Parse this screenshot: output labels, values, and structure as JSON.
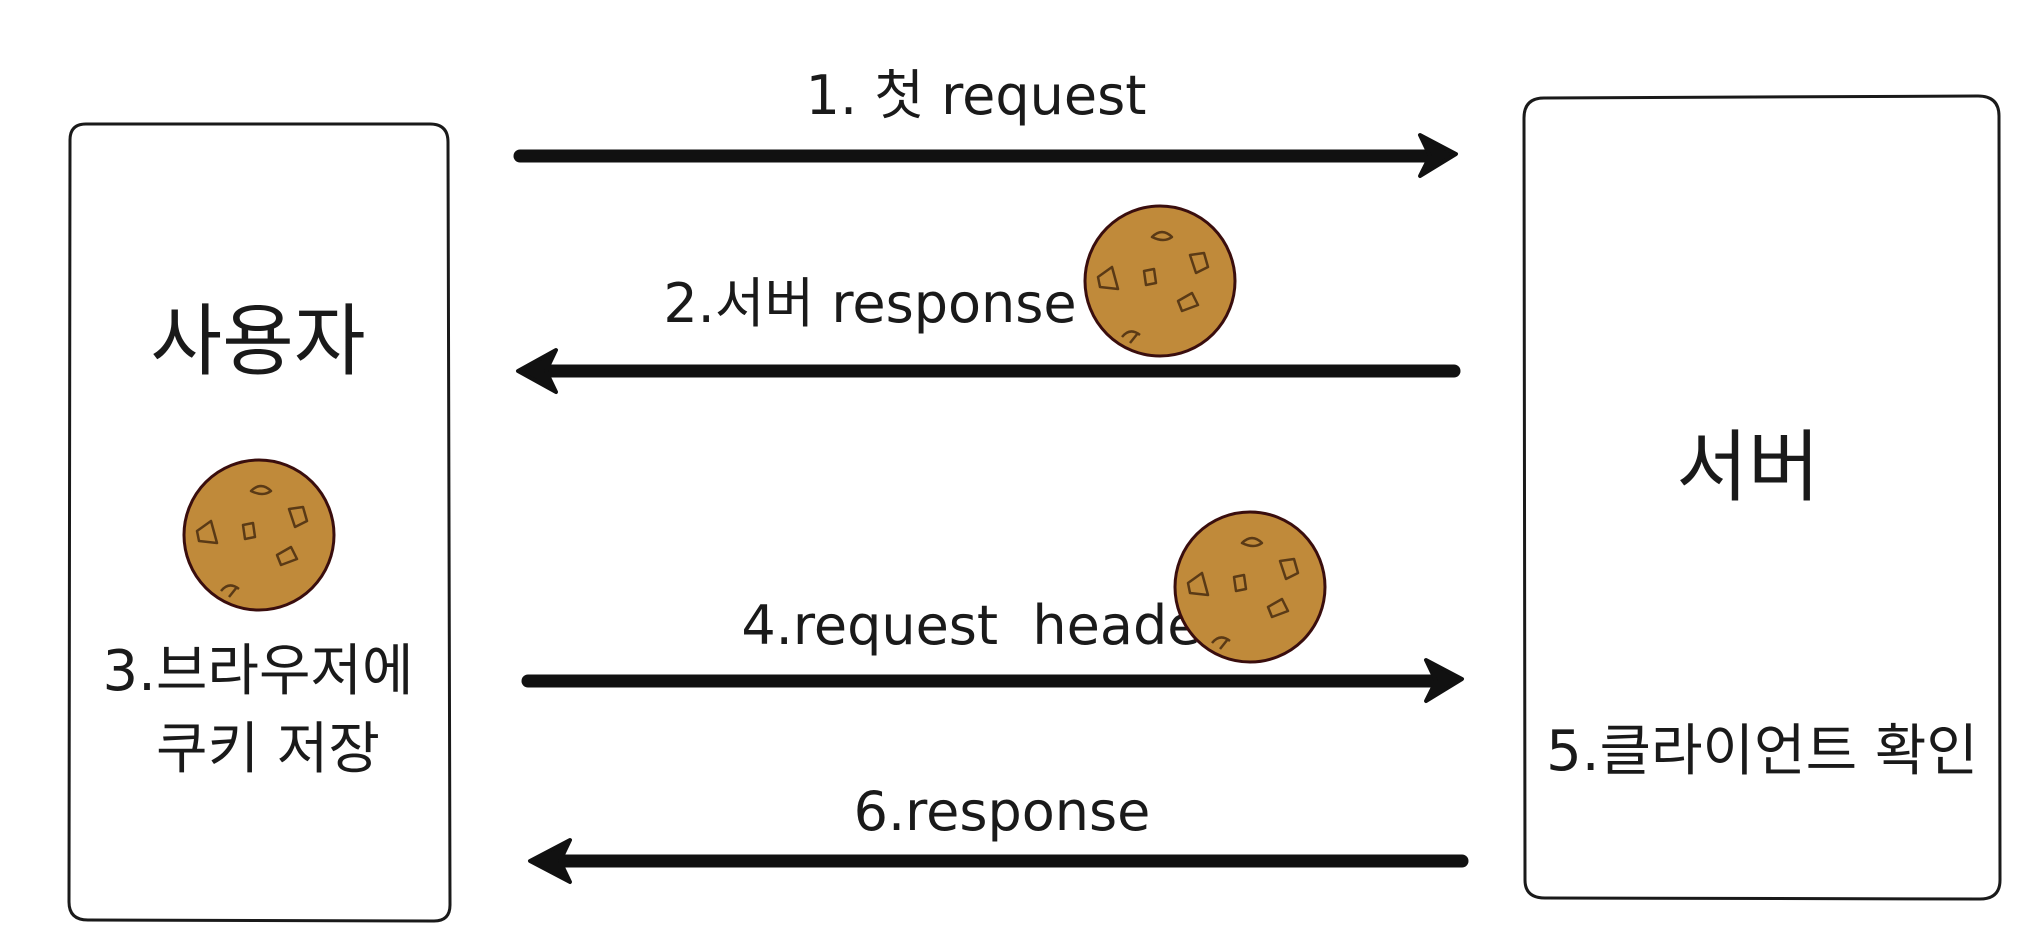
{
  "nodes": {
    "client": {
      "title": "사용자",
      "note_line1": "3.브라우저에",
      "note_line2": "쿠키 저장"
    },
    "server": {
      "title": "서버",
      "note": "5.클라이언트 확인"
    }
  },
  "edges": [
    {
      "label": "1. 첫 request",
      "direction": "client-to-server"
    },
    {
      "label": "2.서버 response",
      "direction": "server-to-client"
    },
    {
      "label": "4.request  header",
      "direction": "client-to-server"
    },
    {
      "label": "6.response",
      "direction": "server-to-client"
    }
  ],
  "icons": {
    "cookie": "cookie-icon"
  },
  "colors": {
    "cookie_fill": "#c08a3a",
    "cookie_outline": "#3a0e0e",
    "ink": "#111111"
  }
}
